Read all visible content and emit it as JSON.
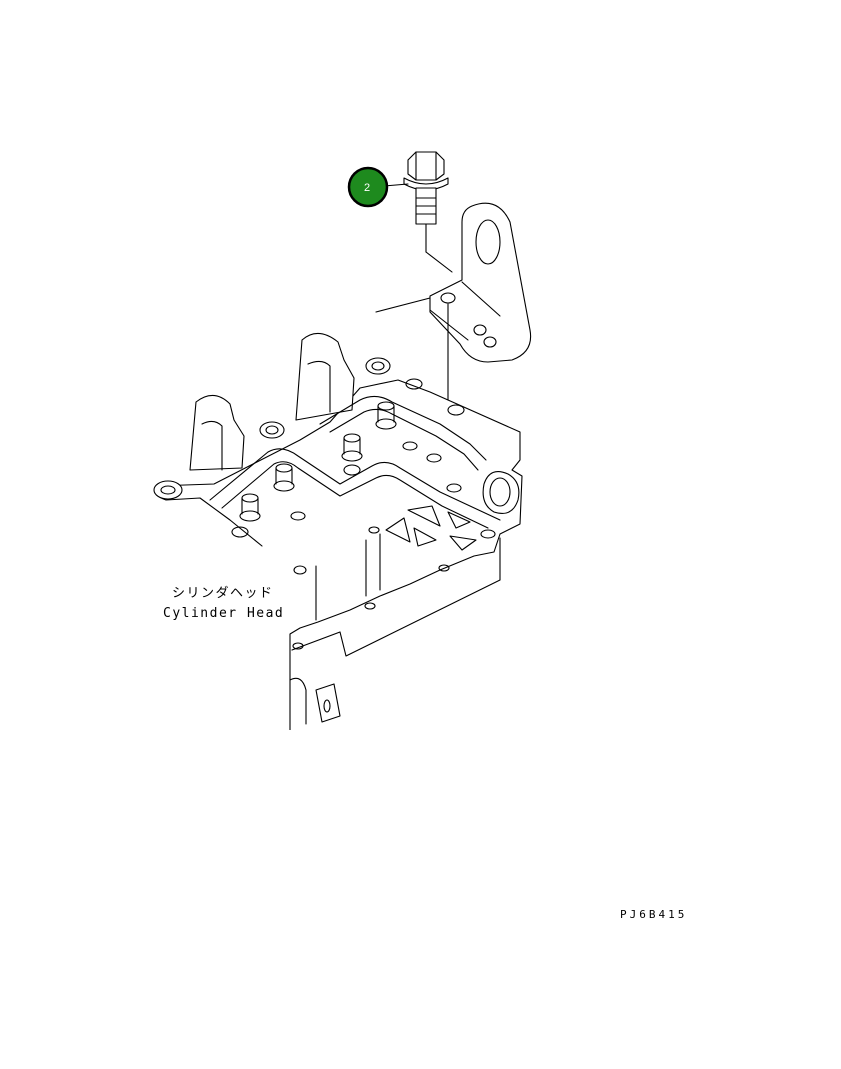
{
  "labels": {
    "part_jp": "シリンダヘッド",
    "part_en": "Cylinder Head",
    "drawing_code": "PJ6B415"
  },
  "callouts": [
    {
      "number": "2",
      "color": "#1e8a1e"
    }
  ]
}
